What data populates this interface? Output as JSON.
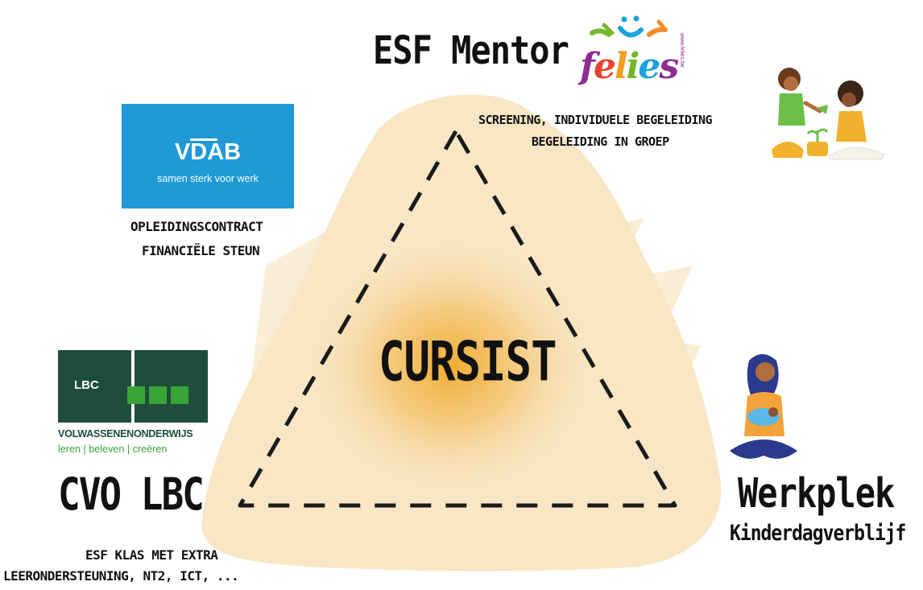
{
  "center": {
    "label": "CURSIST"
  },
  "esf_mentor": {
    "title": "ESF Mentor",
    "line1": "SCREENING, INDIVIDUELE BEGELEIDING",
    "line2": "BEGELEIDING IN GROEP"
  },
  "felies_logo": {
    "letters": [
      "f",
      "e",
      "l",
      "i",
      "e",
      "s"
    ],
    "url": "www.felies.be"
  },
  "vdab": {
    "logo_word": "VDAB",
    "tagline": "samen sterk voor werk",
    "line1": "OPLEIDINGSCONTRACT",
    "line2": "FINANCIËLE STEUN"
  },
  "lbc": {
    "logo_word": "LBC",
    "line1": "VOLWASSENENONDERWIJS",
    "line2": "leren | beleven | creëren",
    "title": "CVO LBC",
    "sub1": "ESF KLAS MET EXTRA",
    "sub2": "LEERONDERSTEUNING, NT2, ICT, ..."
  },
  "werkplek": {
    "title": "Werkplek",
    "sub": "Kinderdagverblijf"
  },
  "colors": {
    "splash": "#f7e2bb",
    "center_glow": "#f2b33c",
    "vdab_blue": "#1f9ad6",
    "lbc_green_dark": "#1f4d3b",
    "lbc_green_light": "#3aa537",
    "text": "#111111"
  }
}
